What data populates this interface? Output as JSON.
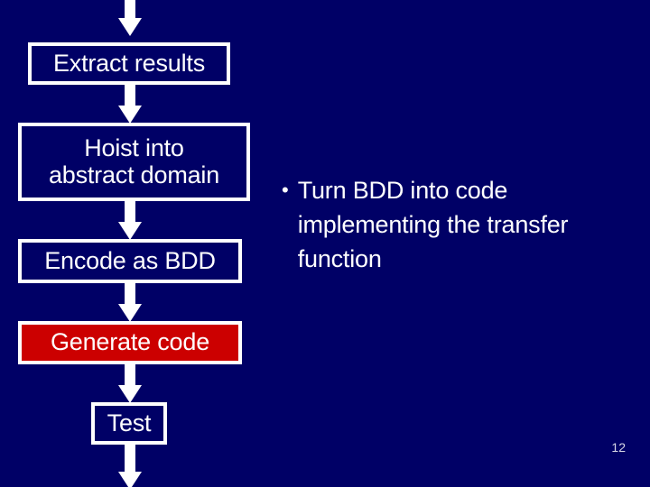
{
  "slide": {
    "background_color": "#000066",
    "page_number": "12"
  },
  "flowchart": {
    "nodes": [
      {
        "id": "extract",
        "label": "Extract results",
        "fill": "none",
        "border_color": "#ffffff",
        "text_color": "#ffffff"
      },
      {
        "id": "hoist",
        "label": "Hoist into\nabstract domain",
        "fill": "none",
        "border_color": "#ffffff",
        "text_color": "#ffffff"
      },
      {
        "id": "encode",
        "label": "Encode as BDD",
        "fill": "none",
        "border_color": "#ffffff",
        "text_color": "#ffffff"
      },
      {
        "id": "generate",
        "label": "Generate code",
        "fill": "#CC0000",
        "border_color": "#ffffff",
        "text_color": "#ffffff"
      },
      {
        "id": "test",
        "label": "Test",
        "fill": "none",
        "border_color": "#ffffff",
        "text_color": "#ffffff"
      }
    ],
    "arrows": [
      {
        "id": "top",
        "from": "",
        "to": "extract",
        "direction": "down"
      },
      {
        "id": "extract-hoist",
        "from": "extract",
        "to": "hoist",
        "direction": "down"
      },
      {
        "id": "hoist-encode",
        "from": "hoist",
        "to": "encode",
        "direction": "down"
      },
      {
        "id": "encode-generate",
        "from": "encode",
        "to": "generate",
        "direction": "down"
      },
      {
        "id": "generate-test",
        "from": "generate",
        "to": "test",
        "direction": "down"
      },
      {
        "id": "bottom",
        "from": "test",
        "to": "",
        "direction": "down"
      }
    ]
  },
  "bullets": [
    {
      "marker": "•",
      "text": "Turn BDD into code implementing the transfer function"
    }
  ]
}
